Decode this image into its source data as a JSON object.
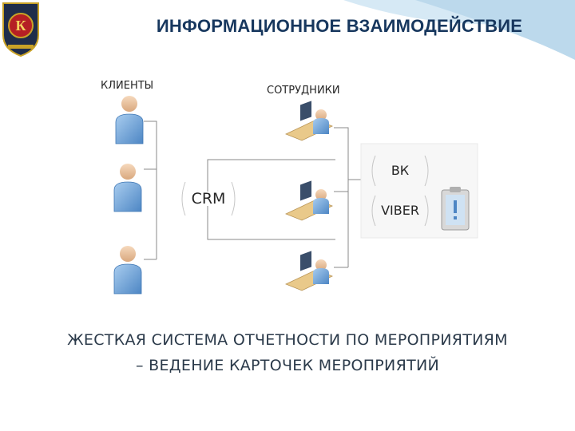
{
  "slide": {
    "title": "ИНФОРМАЦИОННОЕ ВЗАИМОДЕЙСТВИЕ",
    "caption_line1": "ЖЕСТКАЯ СИСТЕМА ОТЧЕТНОСТИ ПО МЕРОПРИЯТИЯМ",
    "caption_line2": "– ВЕДЕНИЕ КАРТОЧЕК МЕРОПРИЯТИЙ"
  },
  "diagram": {
    "clients_label": "КЛИЕНТЫ",
    "staff_label": "СОТРУДНИКИ",
    "crm_label": "CRM",
    "vk_label": "ВК",
    "viber_label": "VIBER"
  },
  "colors": {
    "title": "#17375e",
    "person_blue": "#6fa3d6",
    "desk_tan": "#e9c98a",
    "line_gray": "#8a8a8a",
    "wave": "#bcd9ec"
  },
  "icons": [
    "logo-emblem",
    "client-person-icon",
    "employee-at-computer-icon",
    "clipboard-alert-icon"
  ]
}
